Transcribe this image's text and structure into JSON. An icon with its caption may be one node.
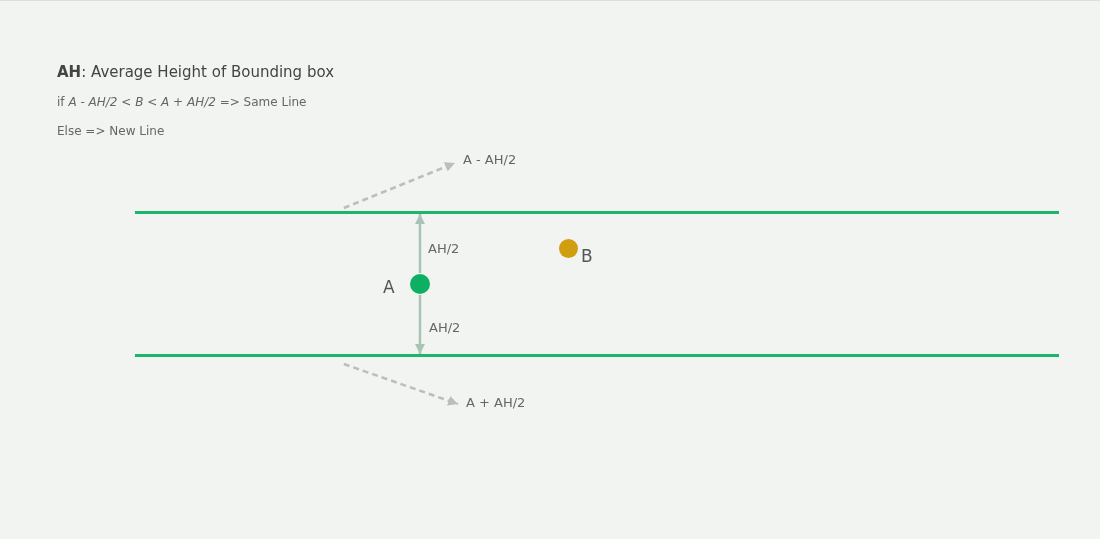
{
  "diagram": {
    "nodes": [
      {
        "text": [],
        "shape": "bar"
      },
      {
        "text": [],
        "shape": "bar"
      },
      {
        "text": [],
        "shape": "circle",
        "beside": [
          "A"
        ]
      },
      {
        "text": [],
        "shape": "circle",
        "beside": [
          "B"
        ]
      },
      {
        "text": [
          "A - AH/2"
        ]
      },
      {
        "text": [
          "A + AH/2"
        ]
      }
    ],
    "edges": [
      {
        "from": 2,
        "to": 0,
        "arrow": "to",
        "label": "AH/2"
      },
      {
        "from": 2,
        "to": 1,
        "arrow": "to",
        "label": "AH/2"
      },
      {
        "from": 0,
        "to": 4,
        "arrow": "to",
        "style": "dashed",
        "color": "#bdbdbd"
      },
      {
        "from": 1,
        "to": 5,
        "arrow": "to",
        "style": "dashed",
        "color": "#bdbdbd"
      }
    ],
    "labels": [
      "**AH**: Average Height of Bounding box",
      "if *A - AH/2 < B < A + AH/2* => Same Line",
      "Else => New Line"
    ]
  }
}
